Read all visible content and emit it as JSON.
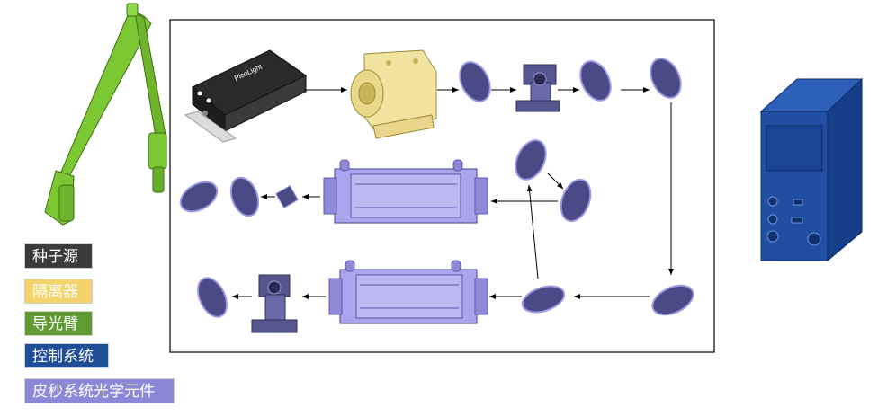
{
  "brand_label": "PicoLight",
  "legend": [
    {
      "label": "种子源",
      "color": "#3b3b3b"
    },
    {
      "label": "隔离器",
      "color": "#f3d36a"
    },
    {
      "label": "导光臂",
      "color": "#5f9a32"
    },
    {
      "label": "控制系统",
      "color": "#1f4e96"
    },
    {
      "label": "皮秒系统光学元件",
      "color": "#8b88d8"
    }
  ],
  "colors": {
    "mirror": "#4a4a86",
    "mirror_edge": "#9c99e0",
    "amplifier": "#aaa5ec",
    "isolator_body": "#f1e3a0",
    "mount": "#56568f",
    "arm": "#7cc832",
    "cabinet": "#1f4ea3",
    "frame": "#000000"
  }
}
